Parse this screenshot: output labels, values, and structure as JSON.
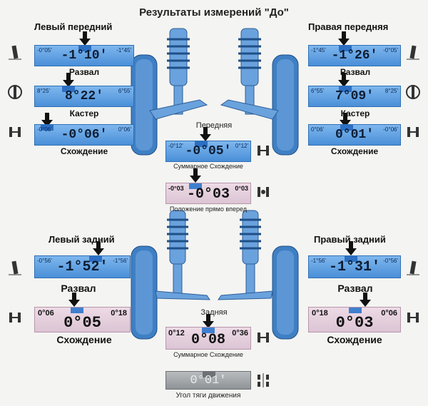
{
  "title": "Результаты измерений \"До\"",
  "front_left": {
    "header": "Левый передний",
    "camber": {
      "min": "-0°05'",
      "max": "-1°45'",
      "value": "-1°10'",
      "label": "Развал"
    },
    "caster": {
      "min": "8°25'",
      "max": "6°55'",
      "value": "8°22'",
      "label": "Кастер"
    },
    "toe": {
      "min": "-0°06'",
      "max": "0°06'",
      "value": "-0°06'",
      "label": "Схождение"
    }
  },
  "front_right": {
    "header": "Правая передняя",
    "camber": {
      "min": "-1°45'",
      "max": "-0°05'",
      "value": "-1°26'",
      "label": "Развал"
    },
    "caster": {
      "min": "6°55'",
      "max": "8°25'",
      "value": "7°09'",
      "label": "Кастер"
    },
    "toe": {
      "min": "0°06'",
      "max": "-0°06'",
      "value": "0°01'",
      "label": "Схождение"
    }
  },
  "front_total": {
    "header": "Передняя",
    "min": "-0°12'",
    "max": "0°12'",
    "value": "-0°05'",
    "label": "Суммарное Схождение"
  },
  "straight_ahead": {
    "min": "-0°03",
    "max": "0°03",
    "value": "-0°03",
    "label": "Положение прямо вперед"
  },
  "rear_left": {
    "header": "Левый задний",
    "camber": {
      "min": "-0°56'",
      "max": "-1°56'",
      "value": "-1°52'",
      "label": "Развал"
    },
    "toe": {
      "min": "0°06",
      "max": "0°18",
      "value": "0°05",
      "label": "Схождение"
    }
  },
  "rear_right": {
    "header": "Правый задний",
    "camber": {
      "min": "-1°56'",
      "max": "-0°56'",
      "value": "-1°31'",
      "label": "Развал"
    },
    "toe": {
      "min": "0°18",
      "max": "0°06",
      "value": "0°03",
      "label": "Схождение"
    }
  },
  "rear_total": {
    "header": "Задняя",
    "min": "0°12",
    "max": "0°36",
    "value": "0°08",
    "label": "Суммарное Схождение"
  },
  "thrust": {
    "value": "0°01'",
    "label": "Угол тяги движения"
  },
  "colors": {
    "gauge_blue": "#4a8fd8",
    "gauge_pink": "#dcc4d4",
    "gauge_gray": "#8f9396",
    "wheel": "#3f7fc4"
  },
  "icons": [
    "camber-icon",
    "caster-icon",
    "toe-icon",
    "wheel-icon",
    "suspension-strut-icon"
  ]
}
